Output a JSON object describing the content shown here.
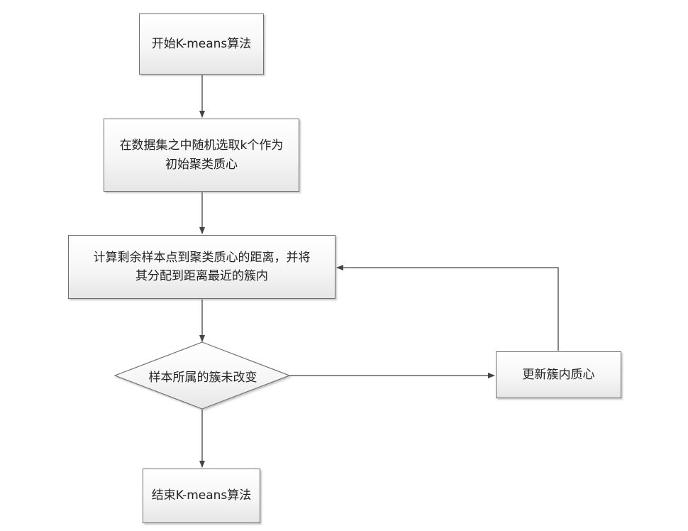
{
  "nodes": {
    "start": "开始K-means算法",
    "init": "在数据集之中随机选取k个作为\n初始聚类质心",
    "assign": "计算剩余样本点到聚类质心的距离，并将\n其分配到距离最近的簇内",
    "decision": "样本所属的簇未改变",
    "update": "更新簇内质心",
    "end": "结束K-means算法"
  }
}
